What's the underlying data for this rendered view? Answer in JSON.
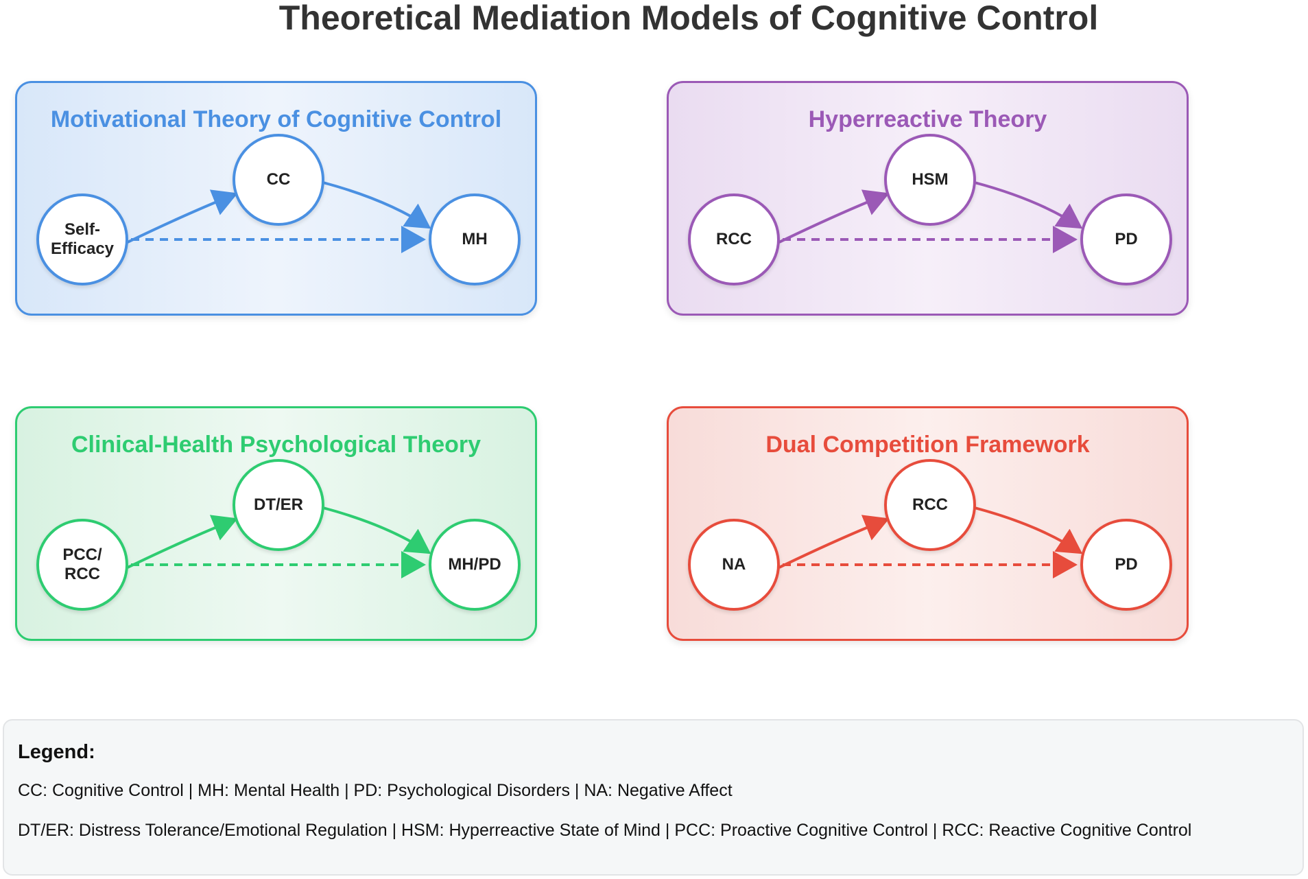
{
  "title": "Theoretical Mediation Models of Cognitive Control",
  "models": [
    {
      "title": "Motivational Theory of Cognitive Control",
      "color": "#4a90e2",
      "nodes": {
        "left": "Self-\nEfficacy",
        "mediator": "CC",
        "right": "MH"
      }
    },
    {
      "title": "Hyperreactive Theory",
      "color": "#9b59b6",
      "nodes": {
        "left": "RCC",
        "mediator": "HSM",
        "right": "PD"
      }
    },
    {
      "title": "Clinical-Health Psychological Theory",
      "color": "#2ecc71",
      "nodes": {
        "left": "PCC/\nRCC",
        "mediator": "DT/ER",
        "right": "MH/PD"
      }
    },
    {
      "title": "Dual Competition Framework",
      "color": "#e74c3c",
      "nodes": {
        "left": "NA",
        "mediator": "RCC",
        "right": "PD"
      }
    }
  ],
  "legend": {
    "title": "Legend:",
    "lines": [
      "CC: Cognitive Control | MH: Mental Health | PD: Psychological Disorders | NA: Negative Affect",
      "DT/ER: Distress Tolerance/Emotional Regulation | HSM: Hyperreactive State of Mind | PCC: Proactive Cognitive Control | RCC: Reactive Cognitive Control"
    ]
  }
}
